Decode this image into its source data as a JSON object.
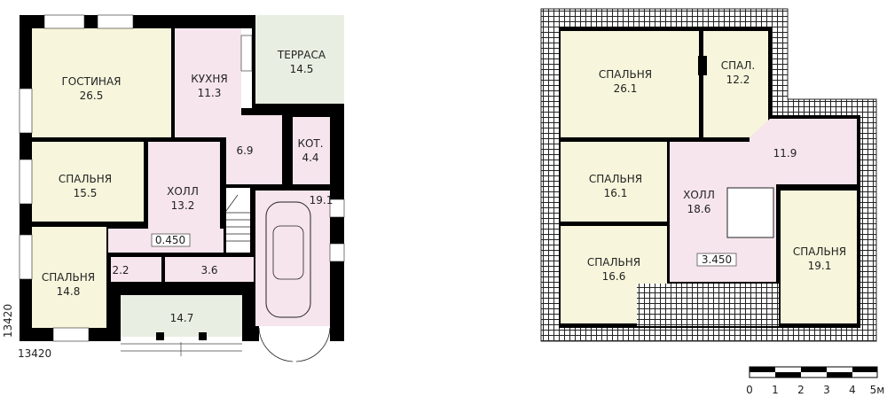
{
  "colors": {
    "living": "#f7f6dc",
    "wet": "#f6e5ec",
    "outdoor": "#e8efe2",
    "wall": "#000000"
  },
  "ground_floor": {
    "rooms": [
      {
        "name": "ГОСТИНАЯ",
        "area": "26.5"
      },
      {
        "name": "КУХНЯ",
        "area": "11.3"
      },
      {
        "name": "ТЕРРАСА",
        "area": "14.5"
      },
      {
        "name": "СПАЛЬНЯ",
        "area": "15.5"
      },
      {
        "name": "ХОЛЛ",
        "area": "13.2"
      },
      {
        "name": "СПАЛЬНЯ",
        "area": "14.8"
      },
      {
        "name": "",
        "area": "6.9"
      },
      {
        "name": "КОТ.",
        "area": "4.4"
      },
      {
        "name": "",
        "area": "19.1"
      },
      {
        "name": "",
        "area": "2.2"
      },
      {
        "name": "",
        "area": "3.6"
      },
      {
        "name": "",
        "area": "14.7"
      }
    ],
    "level": "0.450",
    "dim_vertical": "13420",
    "dim_horizontal": "13420"
  },
  "upper_floor": {
    "rooms": [
      {
        "name": "СПАЛЬНЯ",
        "area": "26.1"
      },
      {
        "name": "СПАЛ.",
        "area": "12.2"
      },
      {
        "name": "",
        "area": "11.9"
      },
      {
        "name": "СПАЛЬНЯ",
        "area": "16.1"
      },
      {
        "name": "ХОЛЛ",
        "area": "18.6"
      },
      {
        "name": "СПАЛЬНЯ",
        "area": "16.6"
      },
      {
        "name": "СПАЛЬНЯ",
        "area": "19.1"
      }
    ],
    "level": "3.450"
  },
  "scale": {
    "labels": [
      "0",
      "1",
      "2",
      "3",
      "4",
      "5м"
    ]
  }
}
